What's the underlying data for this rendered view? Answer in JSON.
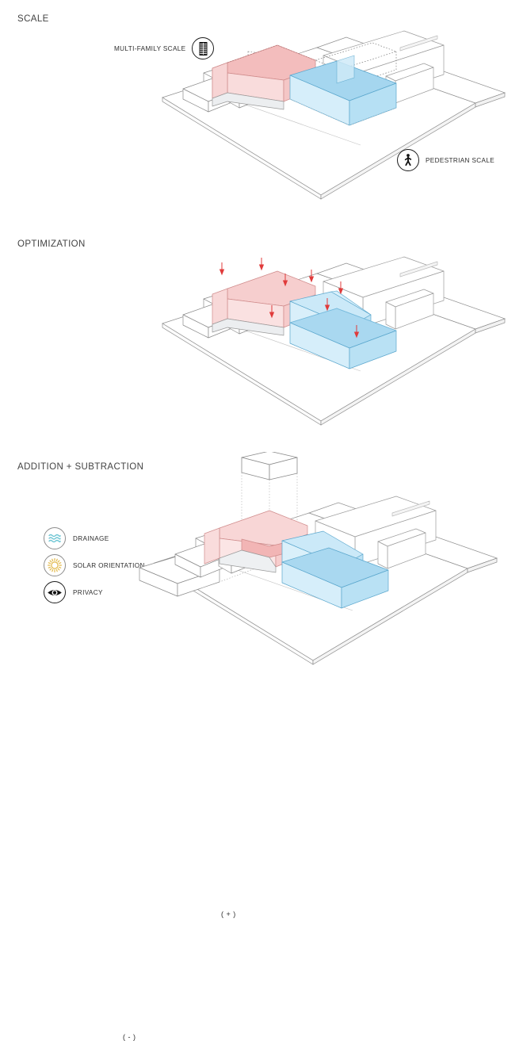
{
  "document": {
    "type": "architectural-massing-diagram-series",
    "panel_count": 3
  },
  "panels": [
    {
      "id": "scale",
      "title": "SCALE",
      "callouts": [
        {
          "id": "multi-family-scale",
          "label": "MULTI-FAMILY SCALE",
          "icon": "apartment-building-icon",
          "position": "left-of-massing"
        },
        {
          "id": "pedestrian-scale",
          "label": "PEDESTRIAN SCALE",
          "icon": "pedestrian-walking-icon",
          "position": "lower-right"
        }
      ]
    },
    {
      "id": "optimization",
      "title": "OPTIMIZATION",
      "legend": [
        {
          "label": "DRAINAGE",
          "icon": "water-waves-icon",
          "color": "#6fc6d4"
        },
        {
          "label": "SOLAR ORIENTATION",
          "icon": "sun-icon",
          "color": "#e2b94a"
        },
        {
          "label": "PRIVACY",
          "icon": "eye-icon",
          "color": "#111111"
        }
      ]
    },
    {
      "id": "addition-subtraction",
      "title": "ADDITION + SUBTRACTION",
      "markers": [
        {
          "label": "( + )",
          "meaning": "added-volume",
          "position": "above-massing"
        },
        {
          "label": "( - )",
          "meaning": "subtracted-volume",
          "position": "lower-left"
        }
      ]
    }
  ],
  "colors": {
    "pink_fill": "#f6cccc",
    "pink_fill_light": "#fae0e0",
    "pink_top": "#f3bdbd",
    "blue_fill": "#bfe4f5",
    "blue_top": "#a5d6ef",
    "blue_fill_light": "#ddf0fa",
    "outline": "#6f6f6f",
    "outline_light": "#9a9a9a",
    "ground": "#ffffff",
    "ground_edge": "#8e8e8e",
    "arrow_red": "#e03b3b",
    "text": "#3a3a3a"
  }
}
